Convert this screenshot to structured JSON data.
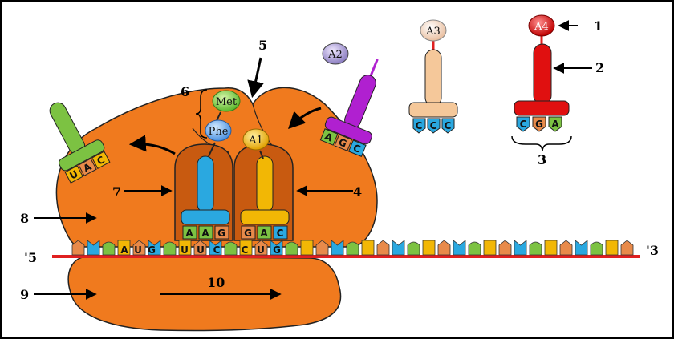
{
  "labels": {
    "n1": "1",
    "n2": "2",
    "n3": "3",
    "n4": "4",
    "n5": "5",
    "n6": "6",
    "n7": "7",
    "n8": "8",
    "n9": "9",
    "n10": "10",
    "end5": "'5",
    "end3": "'3"
  },
  "amino_acids": {
    "met": "Met",
    "phe": "Phe",
    "a1": "A1",
    "a2": "A2",
    "a3": "A3",
    "a4": "A4"
  },
  "anticodons": {
    "exit": [
      "U",
      "A",
      "C"
    ],
    "p_site": [
      "A",
      "A",
      "G"
    ],
    "a_site": [
      "G",
      "A",
      "C"
    ],
    "incoming_a2": [
      "A",
      "G",
      "C"
    ],
    "free_a3": [
      "C",
      "C",
      "C"
    ],
    "free_a4": [
      "C",
      "G",
      "A"
    ]
  },
  "mrna_codons": {
    "under_ribosome": [
      "A",
      "U",
      "G",
      "U",
      "U",
      "C",
      "C",
      "U",
      "G"
    ]
  },
  "colors": {
    "ribosome": "#f07a1e",
    "mrna_line": "#e02020",
    "trna_green": "#7cc242",
    "trna_blue": "#2aa8e0",
    "trna_yellow": "#f2b705",
    "trna_purple": "#b020d0",
    "trna_peach": "#f5c89a",
    "trna_red": "#e01010"
  }
}
